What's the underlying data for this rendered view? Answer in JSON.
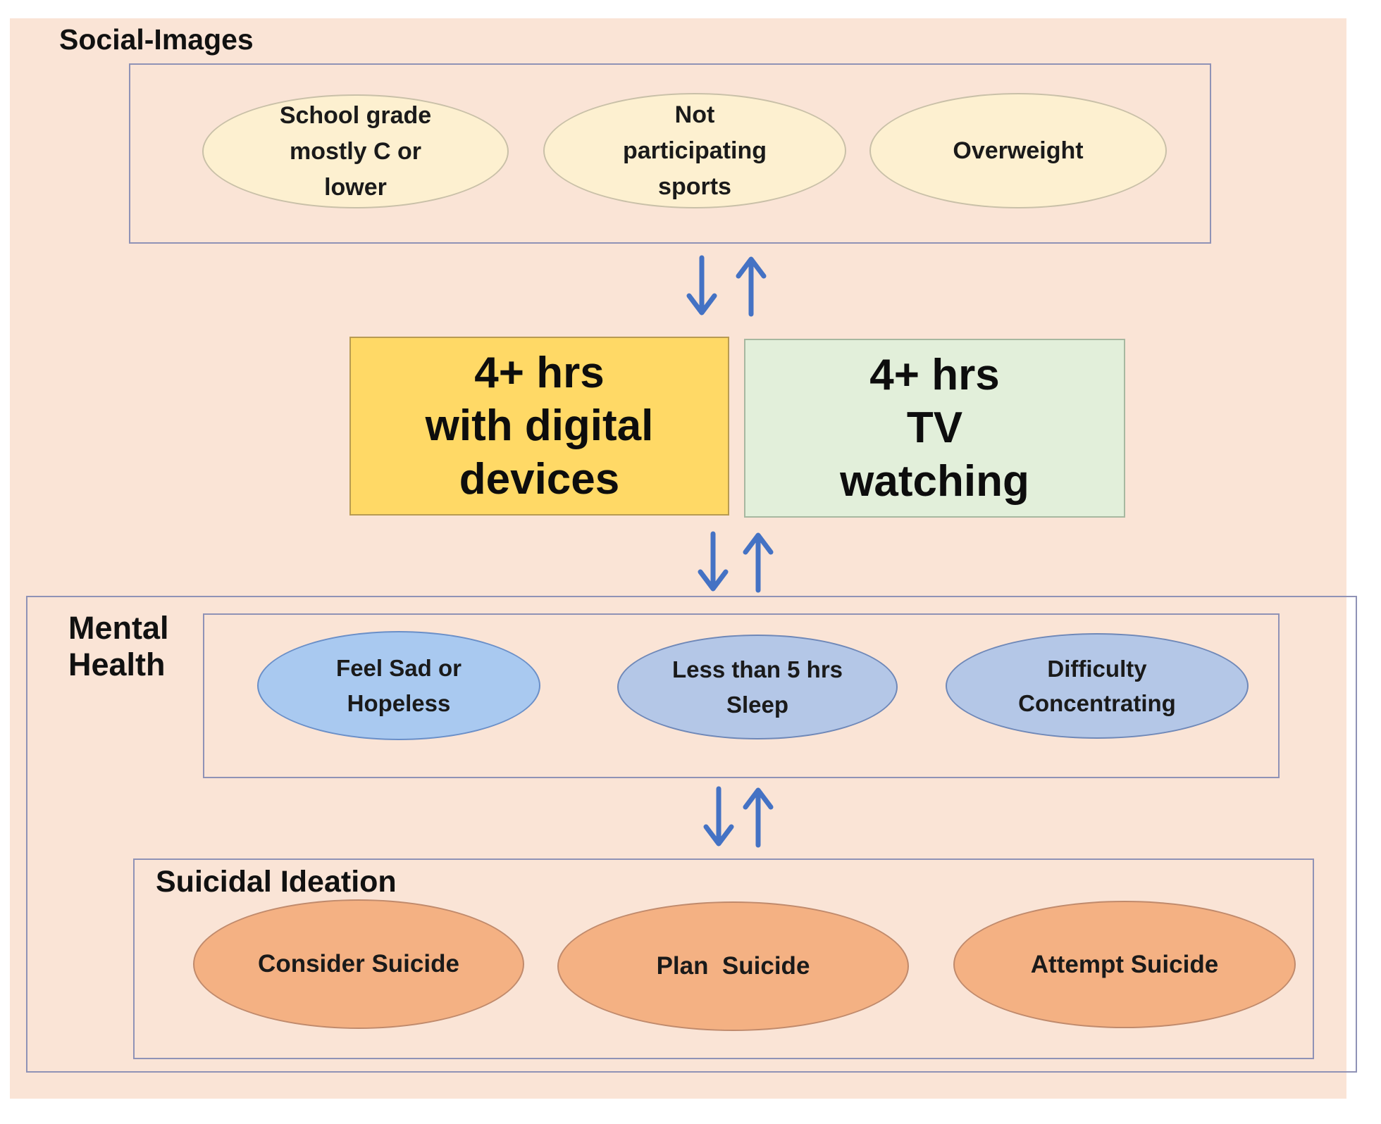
{
  "colors": {
    "background": "#fae4d6",
    "panel_border": "#8f92b6",
    "arrow": "#4472c4",
    "social_node": "#fdf0d0",
    "digital_block": "#ffd966",
    "tv_block": "#e2efda",
    "mental_node_1": "#a9c9f0",
    "mental_node_2": "#b4c7e7",
    "suicide_node": "#f4b183"
  },
  "social_images": {
    "title": "Social-Images",
    "nodes": [
      {
        "lines": [
          "School grade",
          "mostly C or",
          "lower"
        ]
      },
      {
        "lines": [
          "Not",
          "participating",
          "sports"
        ]
      },
      {
        "lines": [
          "Overweight"
        ]
      }
    ]
  },
  "screen_time": {
    "digital": "4+ hrs\nwith digital\ndevices",
    "tv": "4+ hrs\nTV\nwatching"
  },
  "arrows": [
    {
      "name": "social-to-screen",
      "directions": [
        "down-arrow-icon",
        "up-arrow-icon"
      ]
    },
    {
      "name": "screen-to-mental",
      "directions": [
        "down-arrow-icon",
        "up-arrow-icon"
      ]
    },
    {
      "name": "mental-to-suicide",
      "directions": [
        "down-arrow-icon",
        "up-arrow-icon"
      ]
    }
  ],
  "mental_health": {
    "title_line1": "Mental",
    "title_line2": "Health",
    "nodes": [
      {
        "lines": [
          "Feel Sad or",
          "Hopeless"
        ]
      },
      {
        "lines": [
          "Less than 5 hrs",
          "Sleep"
        ]
      },
      {
        "lines": [
          "Difficulty",
          "Concentrating"
        ]
      }
    ]
  },
  "suicidal_ideation": {
    "title": "Suicidal Ideation",
    "nodes": [
      {
        "label": "Consider Suicide"
      },
      {
        "label": "Plan  Suicide"
      },
      {
        "label": "Attempt Suicide"
      }
    ]
  }
}
